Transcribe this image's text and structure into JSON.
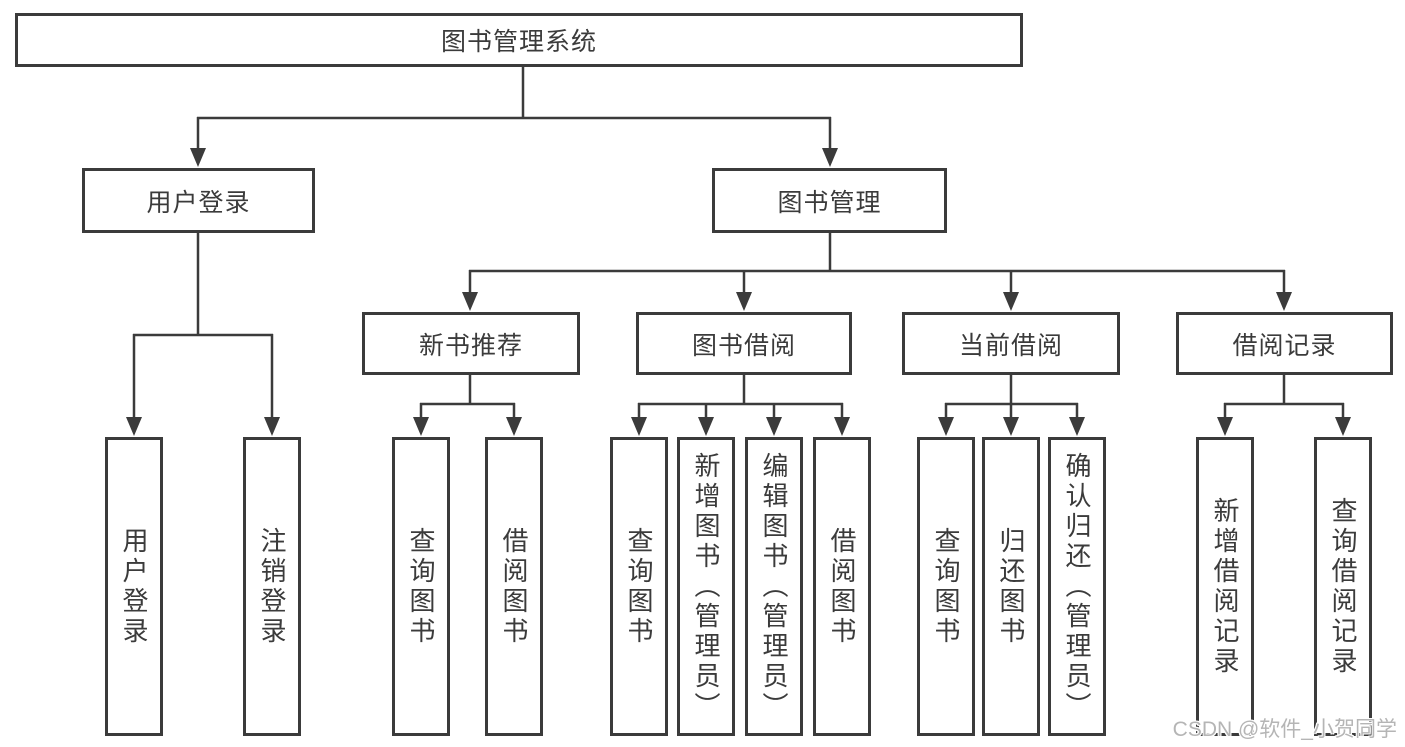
{
  "diagram": {
    "root": {
      "label": "图书管理系统",
      "children": [
        {
          "label": "用户登录",
          "children": [
            {
              "label": "用户登录"
            },
            {
              "label": "注销登录"
            }
          ]
        },
        {
          "label": "图书管理",
          "children": [
            {
              "label": "新书推荐",
              "children": [
                {
                  "label": "查询图书"
                },
                {
                  "label": "借阅图书"
                }
              ]
            },
            {
              "label": "图书借阅",
              "children": [
                {
                  "label": "查询图书"
                },
                {
                  "label": "新增图书（管理员）"
                },
                {
                  "label": "编辑图书（管理员）"
                },
                {
                  "label": "借阅图书"
                }
              ]
            },
            {
              "label": "当前借阅",
              "children": [
                {
                  "label": "查询图书"
                },
                {
                  "label": "归还图书"
                },
                {
                  "label": "确认归还（管理员）"
                }
              ]
            },
            {
              "label": "借阅记录",
              "children": [
                {
                  "label": "新增借阅记录"
                },
                {
                  "label": "查询借阅记录"
                }
              ]
            }
          ]
        }
      ]
    }
  },
  "watermark": "CSDN @软件_小贺同学",
  "colors": {
    "line": "#3b3b3b",
    "text": "#3b3b3b",
    "watermark": "#b5b5b5",
    "background": "#ffffff"
  }
}
